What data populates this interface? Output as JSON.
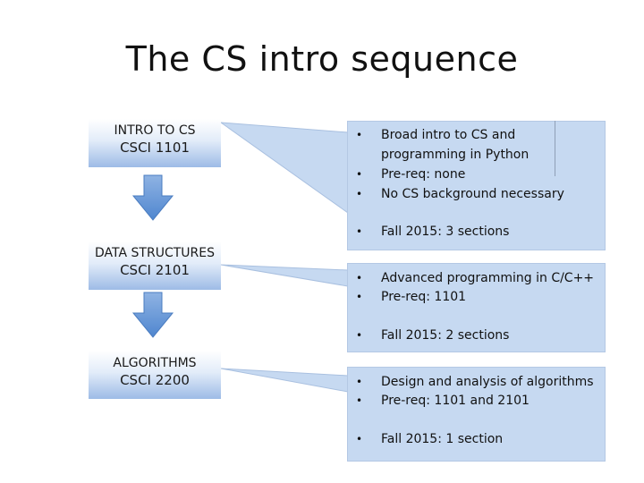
{
  "title": "The CS intro sequence",
  "courses": [
    {
      "name": "Intro to CS",
      "code": "Csci 1101",
      "details": [
        "Broad intro to CS and",
        "programming in Python",
        "Pre-req: none",
        "No CS background necessary",
        "Fall 2015: 3 sections"
      ]
    },
    {
      "name": "Data Structures",
      "code": "csci 2101",
      "details": [
        "Advanced programming in C/C++",
        "Pre-req: 1101",
        "Fall 2015: 2 sections"
      ]
    },
    {
      "name": "Algorithms",
      "code": "csci 2200",
      "details": [
        "Design and analysis of algorithms",
        "Pre-req: 1101 and 2101",
        "Fall 2015: 1 section"
      ]
    }
  ],
  "bullet": "•",
  "colors": {
    "box_top": "#ffffff",
    "box_bottom": "#9dbbe6",
    "callout_fill": "#c6d9f1",
    "arrow_fill": "#6b9bd6"
  },
  "icons": [
    "down-arrow-icon",
    "callout-pointer"
  ]
}
